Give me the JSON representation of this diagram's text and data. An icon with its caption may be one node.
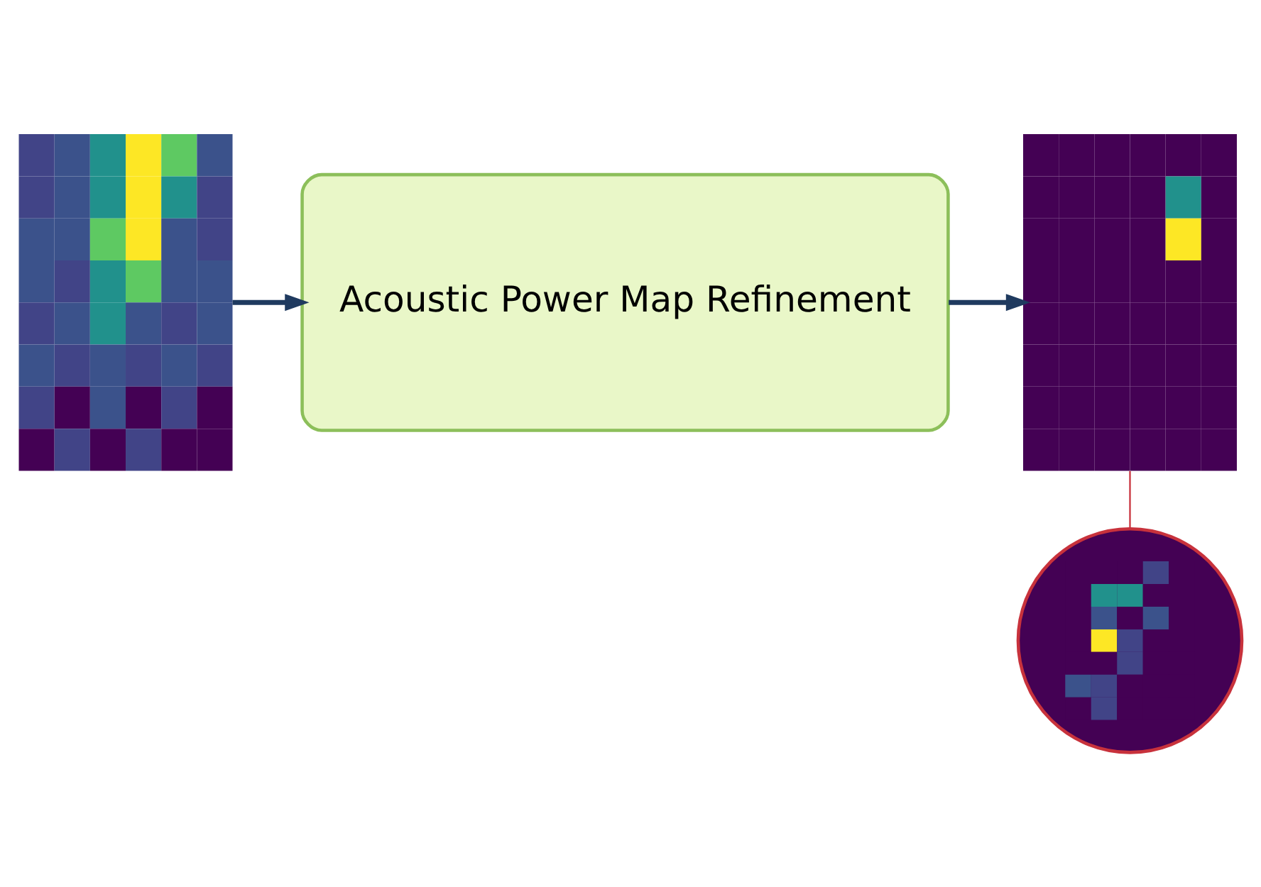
{
  "diagram": {
    "nodes": [
      {
        "text": [],
        "shape": "picture"
      },
      {
        "text": [
          "Acoustic Power Map Refinement"
        ]
      },
      {
        "text": [],
        "shape": "picture"
      },
      {
        "text": [],
        "shape": "picture"
      }
    ],
    "edges": [
      {
        "from": 0,
        "to": 1,
        "arrow": "to"
      },
      {
        "from": 1,
        "to": 2,
        "arrow": "to"
      },
      {
        "from": 2,
        "to": 3,
        "arrow": "none",
        "color": "#c8323c"
      }
    ]
  }
}
